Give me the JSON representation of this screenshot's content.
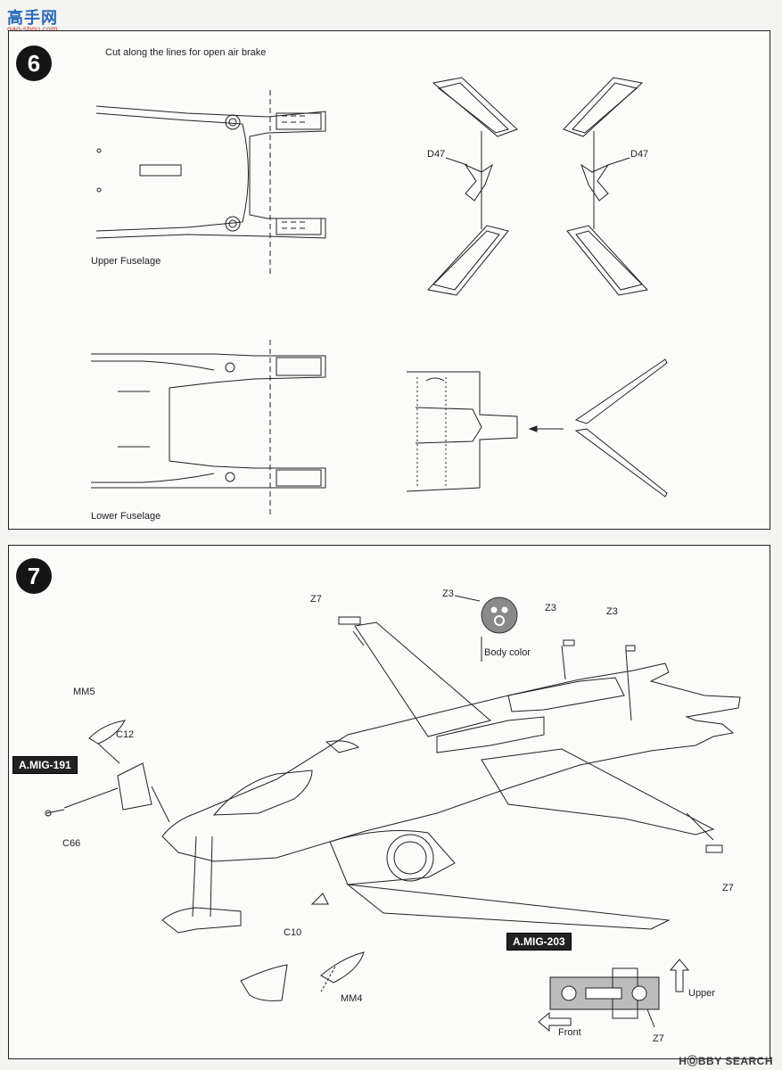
{
  "site_logo": {
    "name": "高手网",
    "url": "gao-shou.com"
  },
  "step6": {
    "number": "6",
    "instruction": "Cut along the lines for open air brake",
    "upper_label": "Upper Fuselage",
    "lower_label": "Lower Fuselage",
    "part_left": "D47",
    "part_right": "D47"
  },
  "step7": {
    "number": "7",
    "body_color": "Body color",
    "parts": {
      "z7_top": "Z7",
      "z3_paint": "Z3",
      "z3_a": "Z3",
      "z3_b": "Z3",
      "mm5": "MM5",
      "c12": "C12",
      "c66": "C66",
      "c10": "C10",
      "mm4": "MM4",
      "z7_right": "Z7",
      "z7_bottom": "Z7"
    },
    "tag_191": "A.MIG-191",
    "tag_203": "A.MIG-203",
    "upper": "Upper",
    "front": "Front"
  },
  "watermark": "HⓄBBY SEARCH"
}
